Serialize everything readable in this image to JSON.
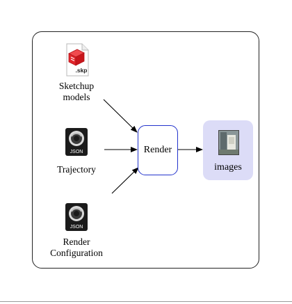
{
  "diagram": {
    "nodes": {
      "sketchup": {
        "label_line1": "Sketchup",
        "label_line2": "models",
        "icon": "skp-file-icon",
        "icon_text": ".skp"
      },
      "trajectory": {
        "label": "Trajectory",
        "icon": "json-file-icon",
        "icon_text": "JSON"
      },
      "render_config": {
        "label_line1": "Render",
        "label_line2": "Configuration",
        "icon": "json-file-icon",
        "icon_text": "JSON"
      },
      "render": {
        "label": "Render"
      },
      "images": {
        "label": "images",
        "icon": "image-thumbnail-icon"
      }
    },
    "edges": [
      {
        "from": "sketchup",
        "to": "render"
      },
      {
        "from": "trajectory",
        "to": "render"
      },
      {
        "from": "render_config",
        "to": "render"
      },
      {
        "from": "render",
        "to": "images"
      }
    ],
    "colors": {
      "render_border": "#2233cc",
      "images_fill": "#dcdcf7",
      "skp_red": "#e2262b"
    }
  }
}
